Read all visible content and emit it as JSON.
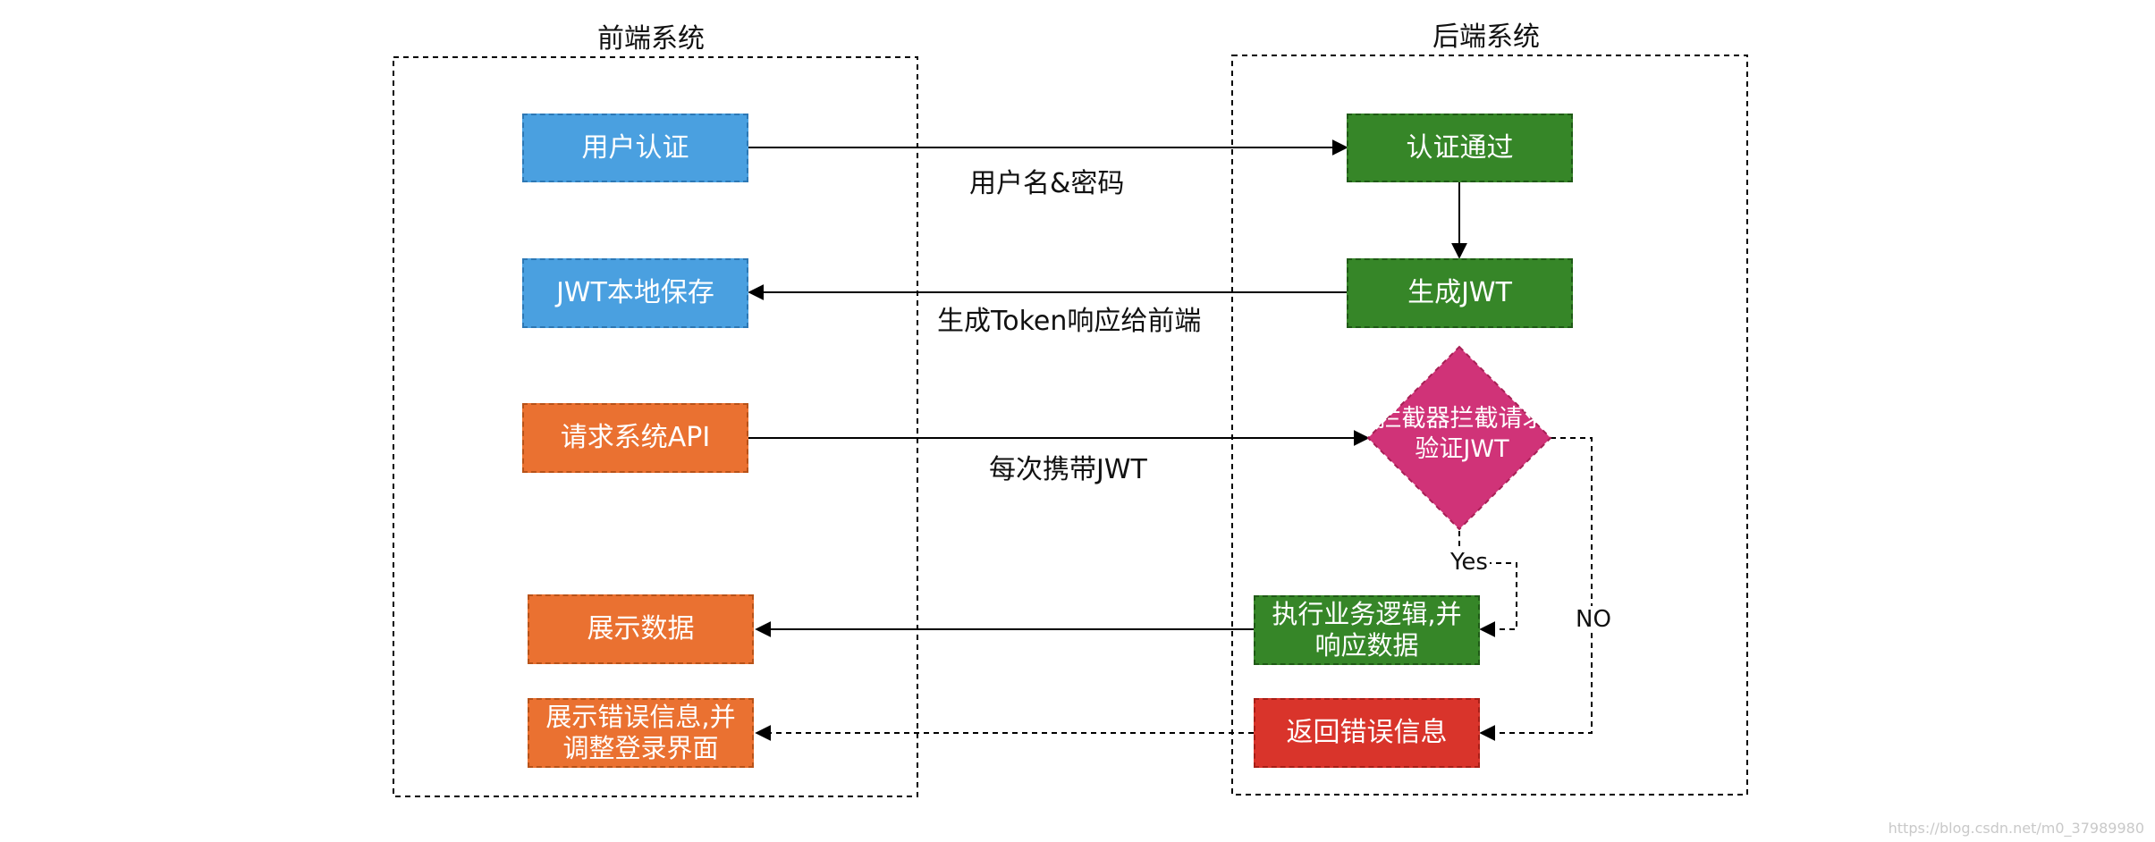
{
  "frontend": {
    "title": "前端系统",
    "nodes": {
      "user_auth": "用户认证",
      "jwt_local_save": "JWT本地保存",
      "request_api": "请求系统API",
      "show_data": "展示数据",
      "show_error_line1": "展示错误信息,并",
      "show_error_line2": "调整登录界面"
    }
  },
  "backend": {
    "title": "后端系统",
    "nodes": {
      "auth_passed": "认证通过",
      "generate_jwt": "生成JWT",
      "interceptor_line1": "拦截器拦截请求",
      "interceptor_line2": "验证JWT",
      "execute_line1": "执行业务逻辑,并",
      "execute_line2": "响应数据",
      "return_error": "返回错误信息"
    }
  },
  "edges": {
    "username_password": "用户名&密码",
    "token_response": "生成Token响应给前端",
    "carry_jwt": "每次携带JWT",
    "yes": "Yes",
    "no": "NO"
  },
  "colors": {
    "blue": "#4aa0e0",
    "orange": "#ea7131",
    "green": "#368628",
    "red": "#d9342b",
    "magenta": "#d03378"
  },
  "watermark": "https://blog.csdn.net/m0_37989980"
}
